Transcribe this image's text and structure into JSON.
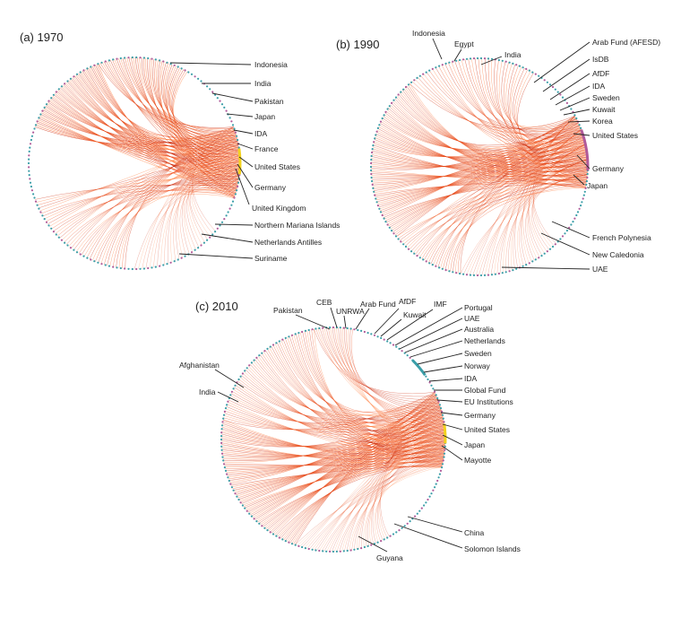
{
  "colors": {
    "flow_dark": "#cc2200",
    "flow_mid": "#ee4411",
    "flow_light": "#ff7733",
    "node_ring": "#3a9ea8",
    "node_alt": "#b05a9a",
    "hub_yellow": "#f2d21e",
    "leader": "#222222"
  },
  "panels": [
    {
      "title": "(a) 1970",
      "labels": [
        "Indonesia",
        "India",
        "Pakistan",
        "Japan",
        "IDA",
        "France",
        "United States",
        "Germany",
        "United Kingdom",
        "Northern Mariana Islands",
        "Netherlands Antilles",
        "Suriname"
      ]
    },
    {
      "title": "(b) 1990",
      "labels": [
        "Indonesia",
        "Egypt",
        "India",
        "Arab Fund (AFESD)",
        "IsDB",
        "AfDF",
        "IDA",
        "Sweden",
        "Kuwait",
        "Korea",
        "United States",
        "Germany",
        "Japan",
        "French Polynesia",
        "New Caledonia",
        "UAE"
      ]
    },
    {
      "title": "(c) 2010",
      "labels": [
        "Pakistan",
        "CEB",
        "UNRWA",
        "Arab Fund",
        "AfDF",
        "Kuwait",
        "IMF",
        "Afghanistan",
        "India",
        "Portugal",
        "UAE",
        "Australia",
        "Netherlands",
        "Sweden",
        "Norway",
        "IDA",
        "Global Fund",
        "EU Institutions",
        "Germany",
        "United States",
        "Japan",
        "Mayotte",
        "China",
        "Solomon Islands",
        "Guyana"
      ]
    }
  ]
}
